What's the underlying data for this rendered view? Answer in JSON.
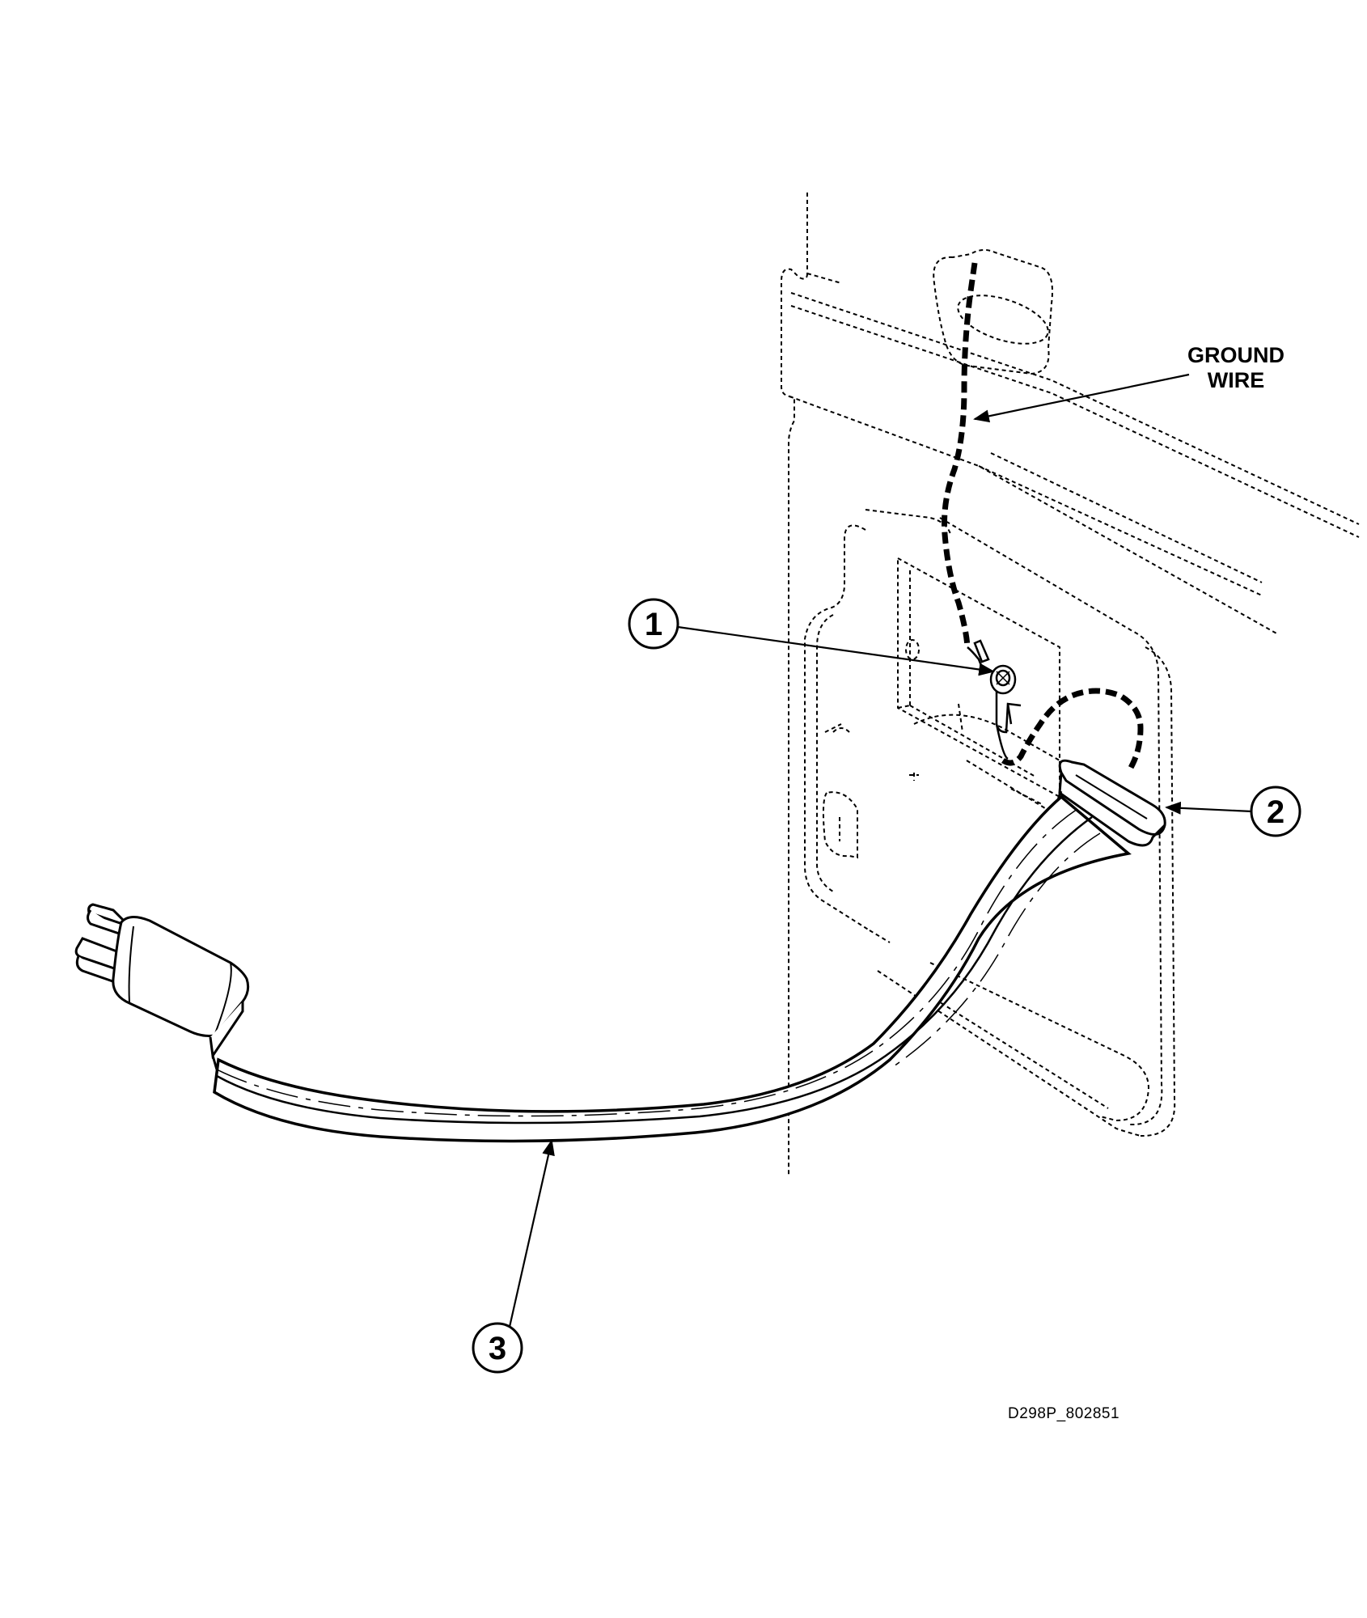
{
  "labels": {
    "ground_wire_line1": "GROUND",
    "ground_wire_line2": "WIRE"
  },
  "callouts": {
    "c1": "1",
    "c2": "2",
    "c3": "3"
  },
  "figure_id": "D298P_802851",
  "colors": {
    "ink": "#000000",
    "paper": "#ffffff"
  }
}
